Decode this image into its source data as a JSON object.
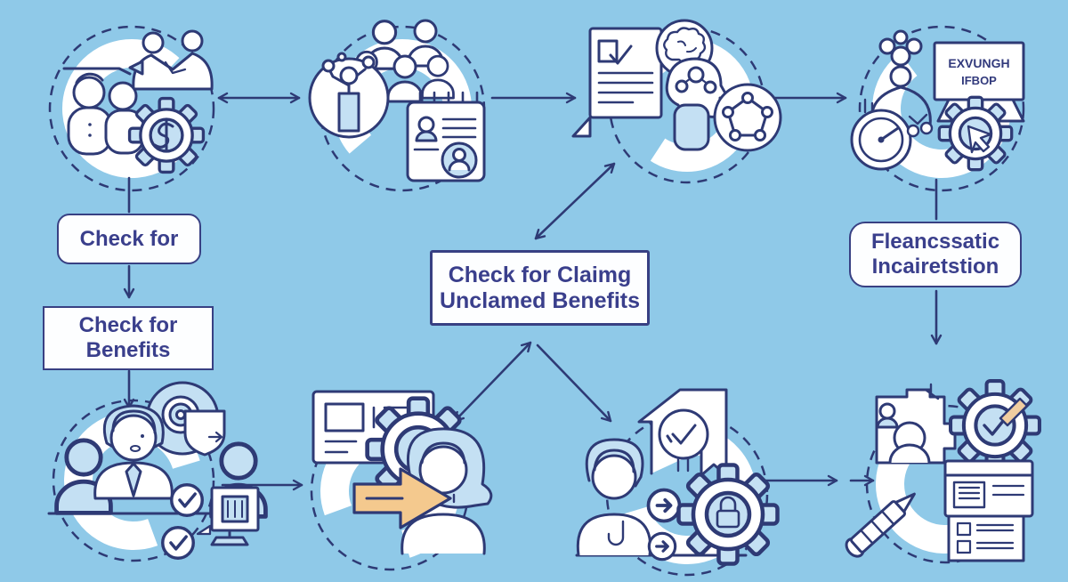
{
  "title": "Check for unclaimed benefits flowchart infographic",
  "colors": {
    "background": "#8fc9e8",
    "outline_navy": "#2e3a75",
    "label_text": "#3a3f8c",
    "box_background": "#fdfeff",
    "icon_fill_light_blue": "#c4e0f3",
    "accent_orange": "#f4c98e",
    "white": "#ffffff"
  },
  "labels": {
    "check_for": "Check for",
    "check_for_benefits": "Check for Benefits",
    "center_line1": "Check for Claimg",
    "center_line2": "Unclamed Benefits",
    "right_line1": "Fleancssatic",
    "right_line2": "Incairetstion",
    "sign_line1": "EXVUNGH",
    "sign_line2": "IFBOP"
  },
  "clusters": [
    {
      "id": "cluster-partnership",
      "position": "top-row-1",
      "icons": [
        "handshake-icon",
        "graduates-icon",
        "money-gear-icon"
      ]
    },
    {
      "id": "cluster-community",
      "position": "top-row-2",
      "icons": [
        "team-icon",
        "podium-network-icon",
        "profile-card-icon"
      ]
    },
    {
      "id": "cluster-evaluation",
      "position": "top-row-3",
      "icons": [
        "checklist-doc-icon",
        "brain-icon",
        "mind-map-icon",
        "network-pentagon-icon"
      ]
    },
    {
      "id": "cluster-monitoring",
      "position": "top-row-4",
      "icons": [
        "person-molecule-icon",
        "signboard-icon",
        "gauge-icon",
        "gear-cursor-icon"
      ]
    },
    {
      "id": "cluster-consultation",
      "position": "bottom-row-1",
      "icons": [
        "target-shield-icon",
        "speaker-icon",
        "audience-icon",
        "approval-checks-icon",
        "lectern-icon"
      ]
    },
    {
      "id": "cluster-guidance",
      "position": "bottom-row-2",
      "icons": [
        "browser-gear-icon",
        "forward-arrow-icon",
        "client-icon"
      ]
    },
    {
      "id": "cluster-approval",
      "position": "bottom-row-3",
      "icons": [
        "applicant-icon",
        "award-banner-icon",
        "step-arrows-icon",
        "gear-lock-icon"
      ]
    },
    {
      "id": "cluster-documentation",
      "position": "bottom-row-4",
      "icons": [
        "team-docs-icon",
        "gear-approve-icon",
        "pen-icon",
        "report-browser-icon"
      ]
    }
  ],
  "edges": [
    {
      "from": "cluster-partnership",
      "to": "cluster-community",
      "type": "bidirectional"
    },
    {
      "from": "cluster-community",
      "to": "cluster-evaluation",
      "type": "directed"
    },
    {
      "from": "cluster-evaluation",
      "to": "cluster-monitoring",
      "type": "directed"
    },
    {
      "from": "cluster-partnership",
      "to": "box-check-for",
      "type": "line"
    },
    {
      "from": "box-check-for",
      "to": "box-check-for-benefits",
      "type": "directed"
    },
    {
      "from": "box-check-for-benefits",
      "to": "cluster-consultation",
      "type": "directed"
    },
    {
      "from": "box-center",
      "to": "cluster-evaluation",
      "type": "bidirectional"
    },
    {
      "from": "box-center",
      "to": "cluster-guidance",
      "type": "bidirectional"
    },
    {
      "from": "box-center",
      "to": "cluster-approval",
      "type": "directed"
    },
    {
      "from": "cluster-consultation",
      "to": "cluster-guidance",
      "type": "directed"
    },
    {
      "from": "cluster-approval",
      "to": "cluster-documentation",
      "type": "directed"
    },
    {
      "from": "cluster-monitoring",
      "to": "box-right",
      "type": "line"
    },
    {
      "from": "box-right",
      "to": "cluster-documentation",
      "type": "directed"
    }
  ]
}
